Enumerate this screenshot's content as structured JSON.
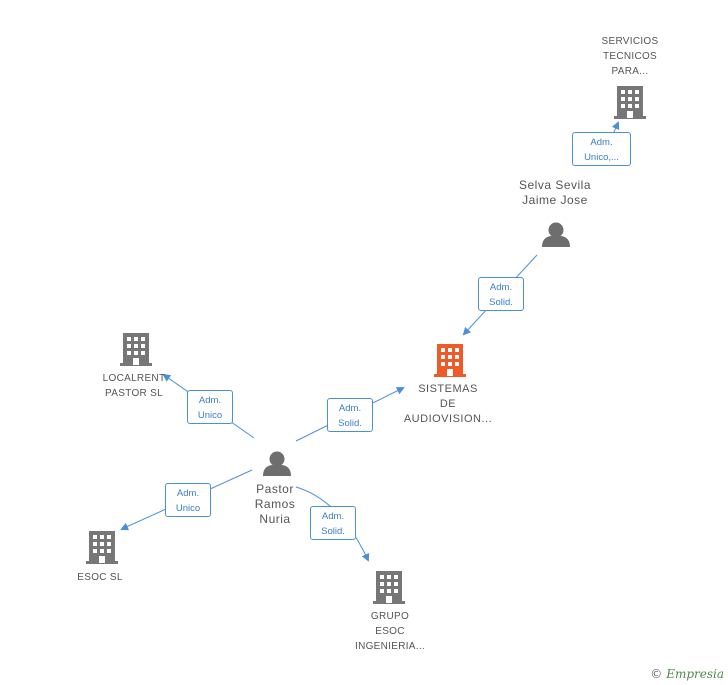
{
  "colors": {
    "company": "#777777",
    "company_main": "#f05a28",
    "person": "#6e6e6e",
    "edge": "#4a90d9",
    "label_text": "#555555"
  },
  "nodes": {
    "servicios": {
      "label_lines": [
        "SERVICIOS",
        "TECNICOS",
        "PARA..."
      ],
      "icon": "building-icon"
    },
    "selva": {
      "label_lines": [
        "Selva Sevila",
        "Jaime Jose"
      ],
      "icon": "person-icon"
    },
    "sistemas": {
      "label_lines": [
        "SISTEMAS",
        "DE",
        "AUDIOVISION..."
      ],
      "icon": "building-icon"
    },
    "localrent": {
      "label_lines": [
        "LOCALRENT",
        "PASTOR SL"
      ],
      "icon": "building-icon"
    },
    "pastor": {
      "label_lines": [
        "Pastor",
        "Ramos",
        "Nuria"
      ],
      "icon": "person-icon"
    },
    "esoc": {
      "label_lines": [
        "ESOC SL"
      ],
      "icon": "building-icon"
    },
    "grupo": {
      "label_lines": [
        "GRUPO",
        "ESOC",
        "INGENIERIA..."
      ],
      "icon": "building-icon"
    }
  },
  "edges": {
    "selva_servicios": {
      "lines": [
        "Adm.",
        "Unico,..."
      ]
    },
    "selva_sistemas": {
      "lines": [
        "Adm.",
        "Solid."
      ]
    },
    "pastor_localrent": {
      "lines": [
        "Adm.",
        "Unico"
      ]
    },
    "pastor_sistemas": {
      "lines": [
        "Adm.",
        "Solid."
      ]
    },
    "pastor_esoc": {
      "lines": [
        "Adm.",
        "Unico"
      ]
    },
    "pastor_grupo": {
      "lines": [
        "Adm.",
        "Solid."
      ]
    }
  },
  "footer": {
    "copyright": "©",
    "brand": "Empresia"
  }
}
